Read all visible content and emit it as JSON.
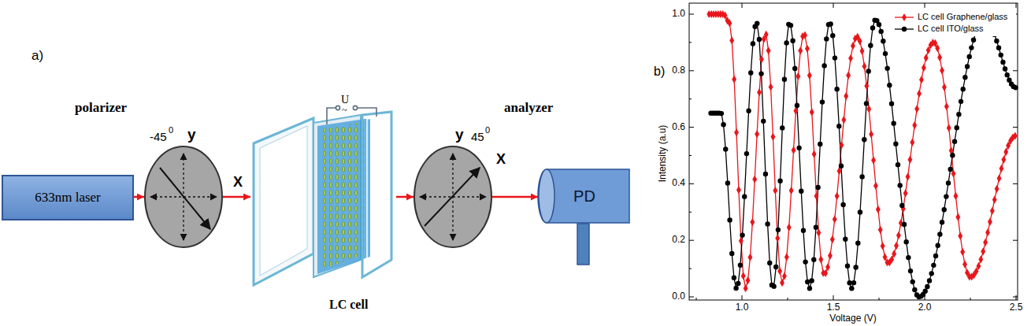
{
  "diagram": {
    "nodes": [
      {
        "text": [
          "633nm laser"
        ]
      },
      {
        "text": [
          "polarizer"
        ]
      },
      {
        "text": [
          "LC cell"
        ]
      },
      {
        "text": [
          "analyzer"
        ]
      },
      {
        "text": [
          "PD"
        ]
      }
    ],
    "edges": [
      {
        "from": 0,
        "to": 1,
        "arrow": "to"
      },
      {
        "from": 1,
        "to": 2,
        "arrow": "to"
      },
      {
        "from": 2,
        "to": 3,
        "arrow": "to"
      },
      {
        "from": 3,
        "to": 4,
        "arrow": "to"
      }
    ],
    "labels": [
      "a)",
      "-45",
      "0",
      "y",
      "X",
      "U",
      "~",
      "y",
      "45",
      "0",
      "X",
      "b)",
      "Intensity (a.u)",
      "Voltage (V)",
      "0.0",
      "0.2",
      "0.4",
      "0.6",
      "0.8",
      "1.0",
      "1.0",
      "1.5",
      "2.0",
      "2.5"
    ],
    "legend": [
      {
        "text": "LC cell Graphene/glass"
      },
      {
        "text": "LC cell ITO/glass"
      }
    ]
  }
}
